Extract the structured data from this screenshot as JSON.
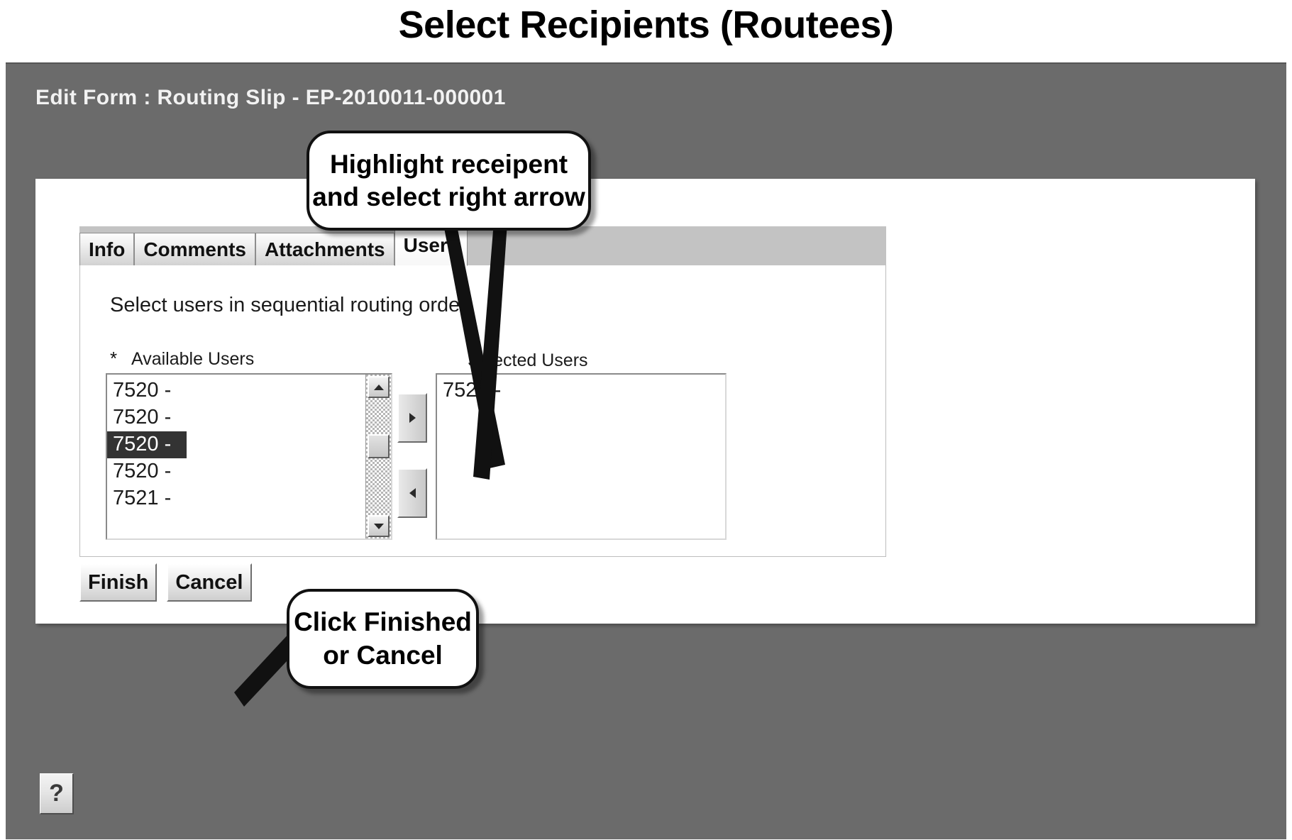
{
  "slide": {
    "title": "Select Recipients (Routees)"
  },
  "window": {
    "header": "Edit Form :  Routing Slip - EP-2010011-000001",
    "help_label": "?",
    "help_icon": "question-mark-icon",
    "background_color": "#6b6b6b"
  },
  "form": {
    "tabs": [
      {
        "label": "Info",
        "active": false
      },
      {
        "label": "Comments",
        "active": false
      },
      {
        "label": "Attachments",
        "active": false
      },
      {
        "label": "Users",
        "active": true
      }
    ],
    "instruction": "Select users in sequential routing order.",
    "required_marker": "*",
    "available": {
      "label": "Available Users",
      "items": [
        {
          "text": "7520 -",
          "selected": false
        },
        {
          "text": "7520 -",
          "selected": false
        },
        {
          "text": "7520 -",
          "selected": true
        },
        {
          "text": "7520 -",
          "selected": false
        },
        {
          "text": "7521 -",
          "selected": false
        }
      ],
      "scrollbar": {
        "up_icon": "triangle-up-icon",
        "down_icon": "triangle-down-icon",
        "thumb": "scrollbar-thumb"
      }
    },
    "selected": {
      "label": "Selected Users",
      "items": [
        {
          "text": "7521 -",
          "selected": false
        }
      ]
    },
    "move_buttons": [
      {
        "name": "move-right-button",
        "icon": "triangle-right-icon"
      },
      {
        "name": "move-left-button",
        "icon": "triangle-left-icon"
      }
    ],
    "buttons": [
      {
        "label": "Finish"
      },
      {
        "label": "Cancel"
      }
    ]
  },
  "annotations": {
    "top_callout": {
      "line1": "Highlight receipent",
      "line2": "and select right arrow"
    },
    "bottom_callout": {
      "line1": "Click Finished",
      "line2": "or Cancel"
    }
  },
  "colors": {
    "window_gray": "#6b6b6b",
    "panel_white": "#ffffff",
    "tab_gray": "#c3c3c3",
    "selection_dark": "#333333",
    "callout_border": "#111111"
  }
}
